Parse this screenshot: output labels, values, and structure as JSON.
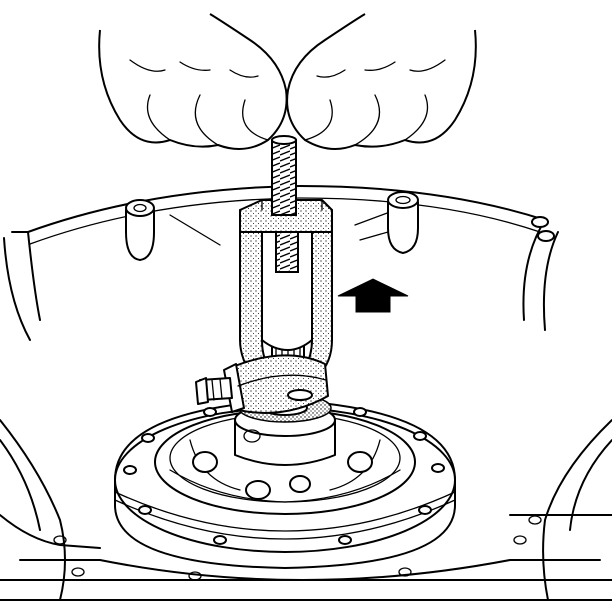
{
  "figure": {
    "colors": {
      "line": "#000000",
      "fill": "#ffffff",
      "stipple": "#000000"
    },
    "arrow": {
      "direction": "up"
    },
    "parts": [
      "hands",
      "threaded-rod",
      "puller-body",
      "puller-clamp",
      "clamp-bolt",
      "shaft",
      "pump-housing",
      "housing-bolt",
      "transmission-case",
      "direction-arrow"
    ]
  }
}
